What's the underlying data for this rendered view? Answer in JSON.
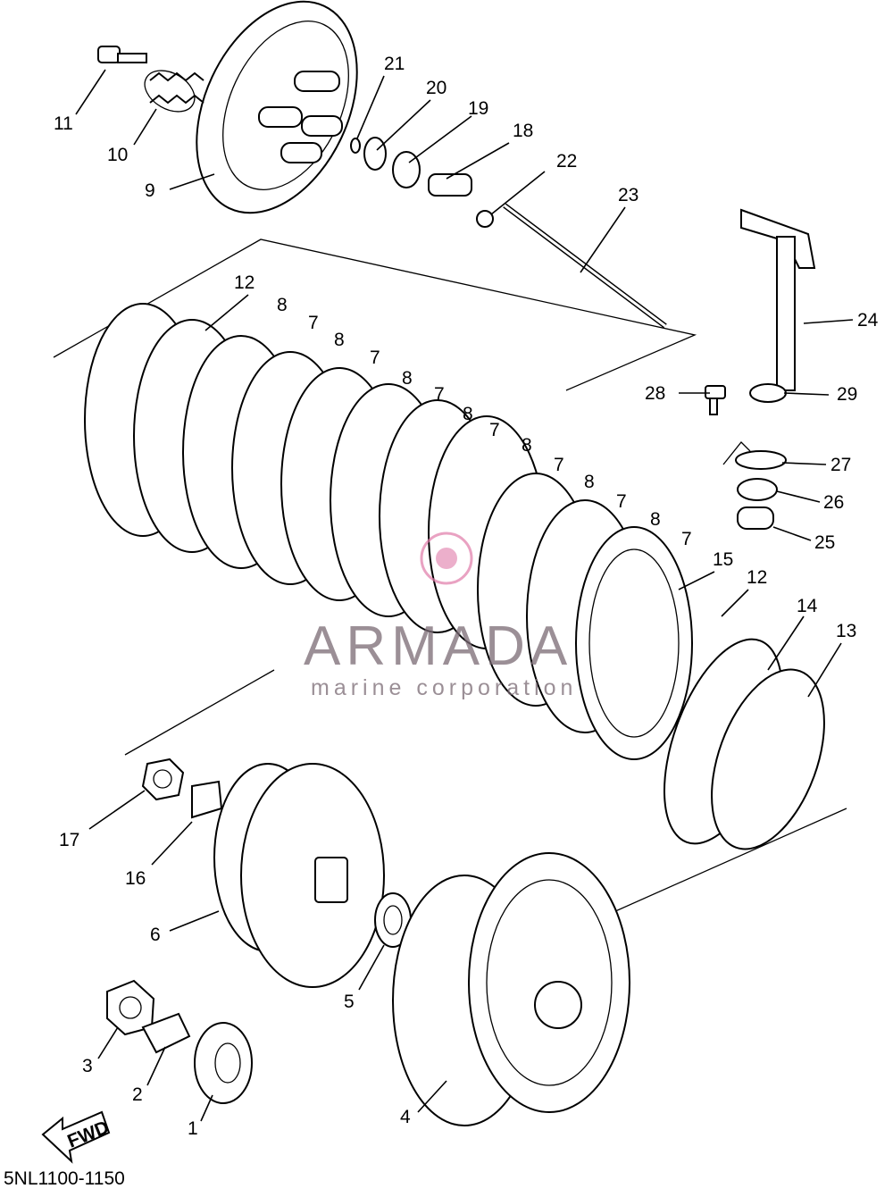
{
  "diagram": {
    "document_code": "5NL1100-1150",
    "direction_arrow": "FWD",
    "watermark": {
      "brand": "ARMADA",
      "tagline": "marine corporation",
      "color": "#e07aa8"
    },
    "callouts": [
      "1",
      "2",
      "3",
      "4",
      "5",
      "6",
      "7",
      "8",
      "9",
      "10",
      "11",
      "12",
      "13",
      "14",
      "15",
      "16",
      "17",
      "18",
      "19",
      "20",
      "21",
      "22",
      "23",
      "24",
      "25",
      "26",
      "27",
      "28",
      "29"
    ]
  }
}
